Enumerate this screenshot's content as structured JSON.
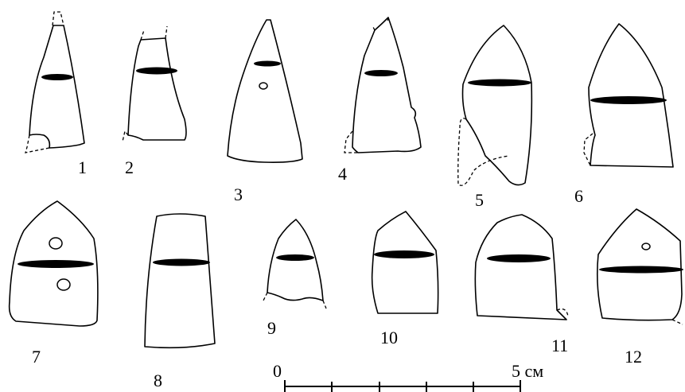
{
  "figure_labels": [
    "1",
    "2",
    "3",
    "4",
    "5",
    "6",
    "7",
    "8",
    "9",
    "10",
    "11",
    "12"
  ],
  "scale": {
    "start_label": "0",
    "end_label": "5 см"
  }
}
